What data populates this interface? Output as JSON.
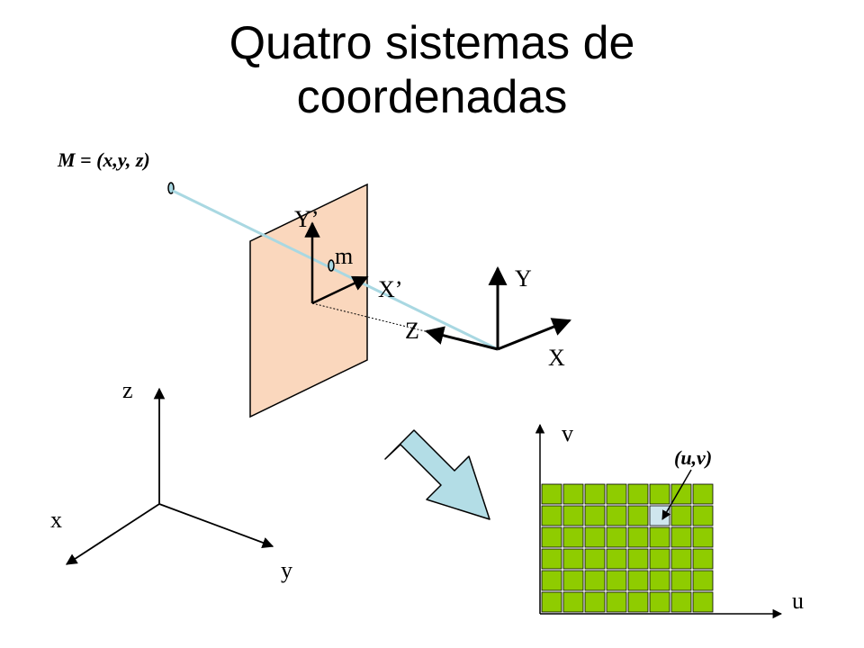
{
  "slide": {
    "title_line1": "Quatro sistemas de",
    "title_line2": "coordenadas"
  },
  "labels": {
    "world_point": "M = (x,y, z)",
    "image_point": "m",
    "image_y": "Y’",
    "image_x": "X’",
    "camera_y": "Y",
    "camera_x": "X",
    "camera_z": "Z",
    "world_z": "z",
    "world_x": "x",
    "world_y": "y",
    "pixel_v": "v",
    "pixel_u": "u",
    "pixel_uv": "(u,v)"
  },
  "pixel_grid": {
    "rows": 6,
    "cols": 8,
    "highlight_row": 1,
    "highlight_col": 5
  },
  "colors": {
    "image_plane": "#fad7bd",
    "ray": "#a9d8e2",
    "arrow_fill": "#b3dde6",
    "pixel": "#8fcc00",
    "pixel_highlight": "#cfe6ee"
  }
}
